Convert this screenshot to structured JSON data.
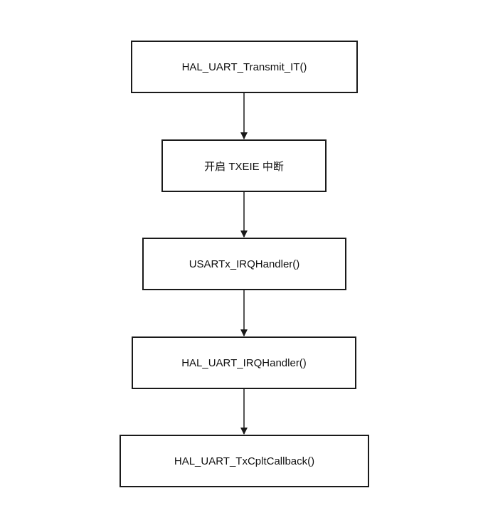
{
  "diagram": {
    "nodes": [
      {
        "id": "n0",
        "label": "HAL_UART_Transmit_IT()"
      },
      {
        "id": "n1",
        "label": "开启 TXEIE 中断"
      },
      {
        "id": "n2",
        "label": "USARTx_IRQHandler()"
      },
      {
        "id": "n3",
        "label": "HAL_UART_IRQHandler()"
      },
      {
        "id": "n4",
        "label": "HAL_UART_TxCpltCallback()"
      }
    ],
    "edges": [
      {
        "from": "n0",
        "to": "n1"
      },
      {
        "from": "n1",
        "to": "n2"
      },
      {
        "from": "n2",
        "to": "n3"
      },
      {
        "from": "n3",
        "to": "n4"
      }
    ],
    "colors": {
      "stroke": "#1a1a1a",
      "text": "#111111",
      "background": "#ffffff"
    }
  }
}
